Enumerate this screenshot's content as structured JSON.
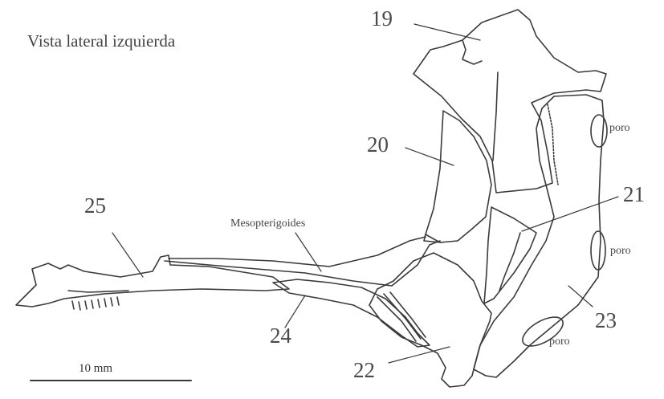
{
  "title": "Vista lateral izquierda",
  "scale_bar": {
    "label": "10 mm"
  },
  "labels": {
    "n19": "19",
    "n20": "20",
    "n21": "21",
    "n22": "22",
    "n23": "23",
    "n24": "24",
    "n25": "25",
    "mesopterigoides": "Mesopterigoides",
    "poro_top": "poro",
    "poro_mid": "poro",
    "poro_bottom": "poro"
  },
  "colors": {
    "ink": "#3a3a3a",
    "background": "#ffffff"
  }
}
